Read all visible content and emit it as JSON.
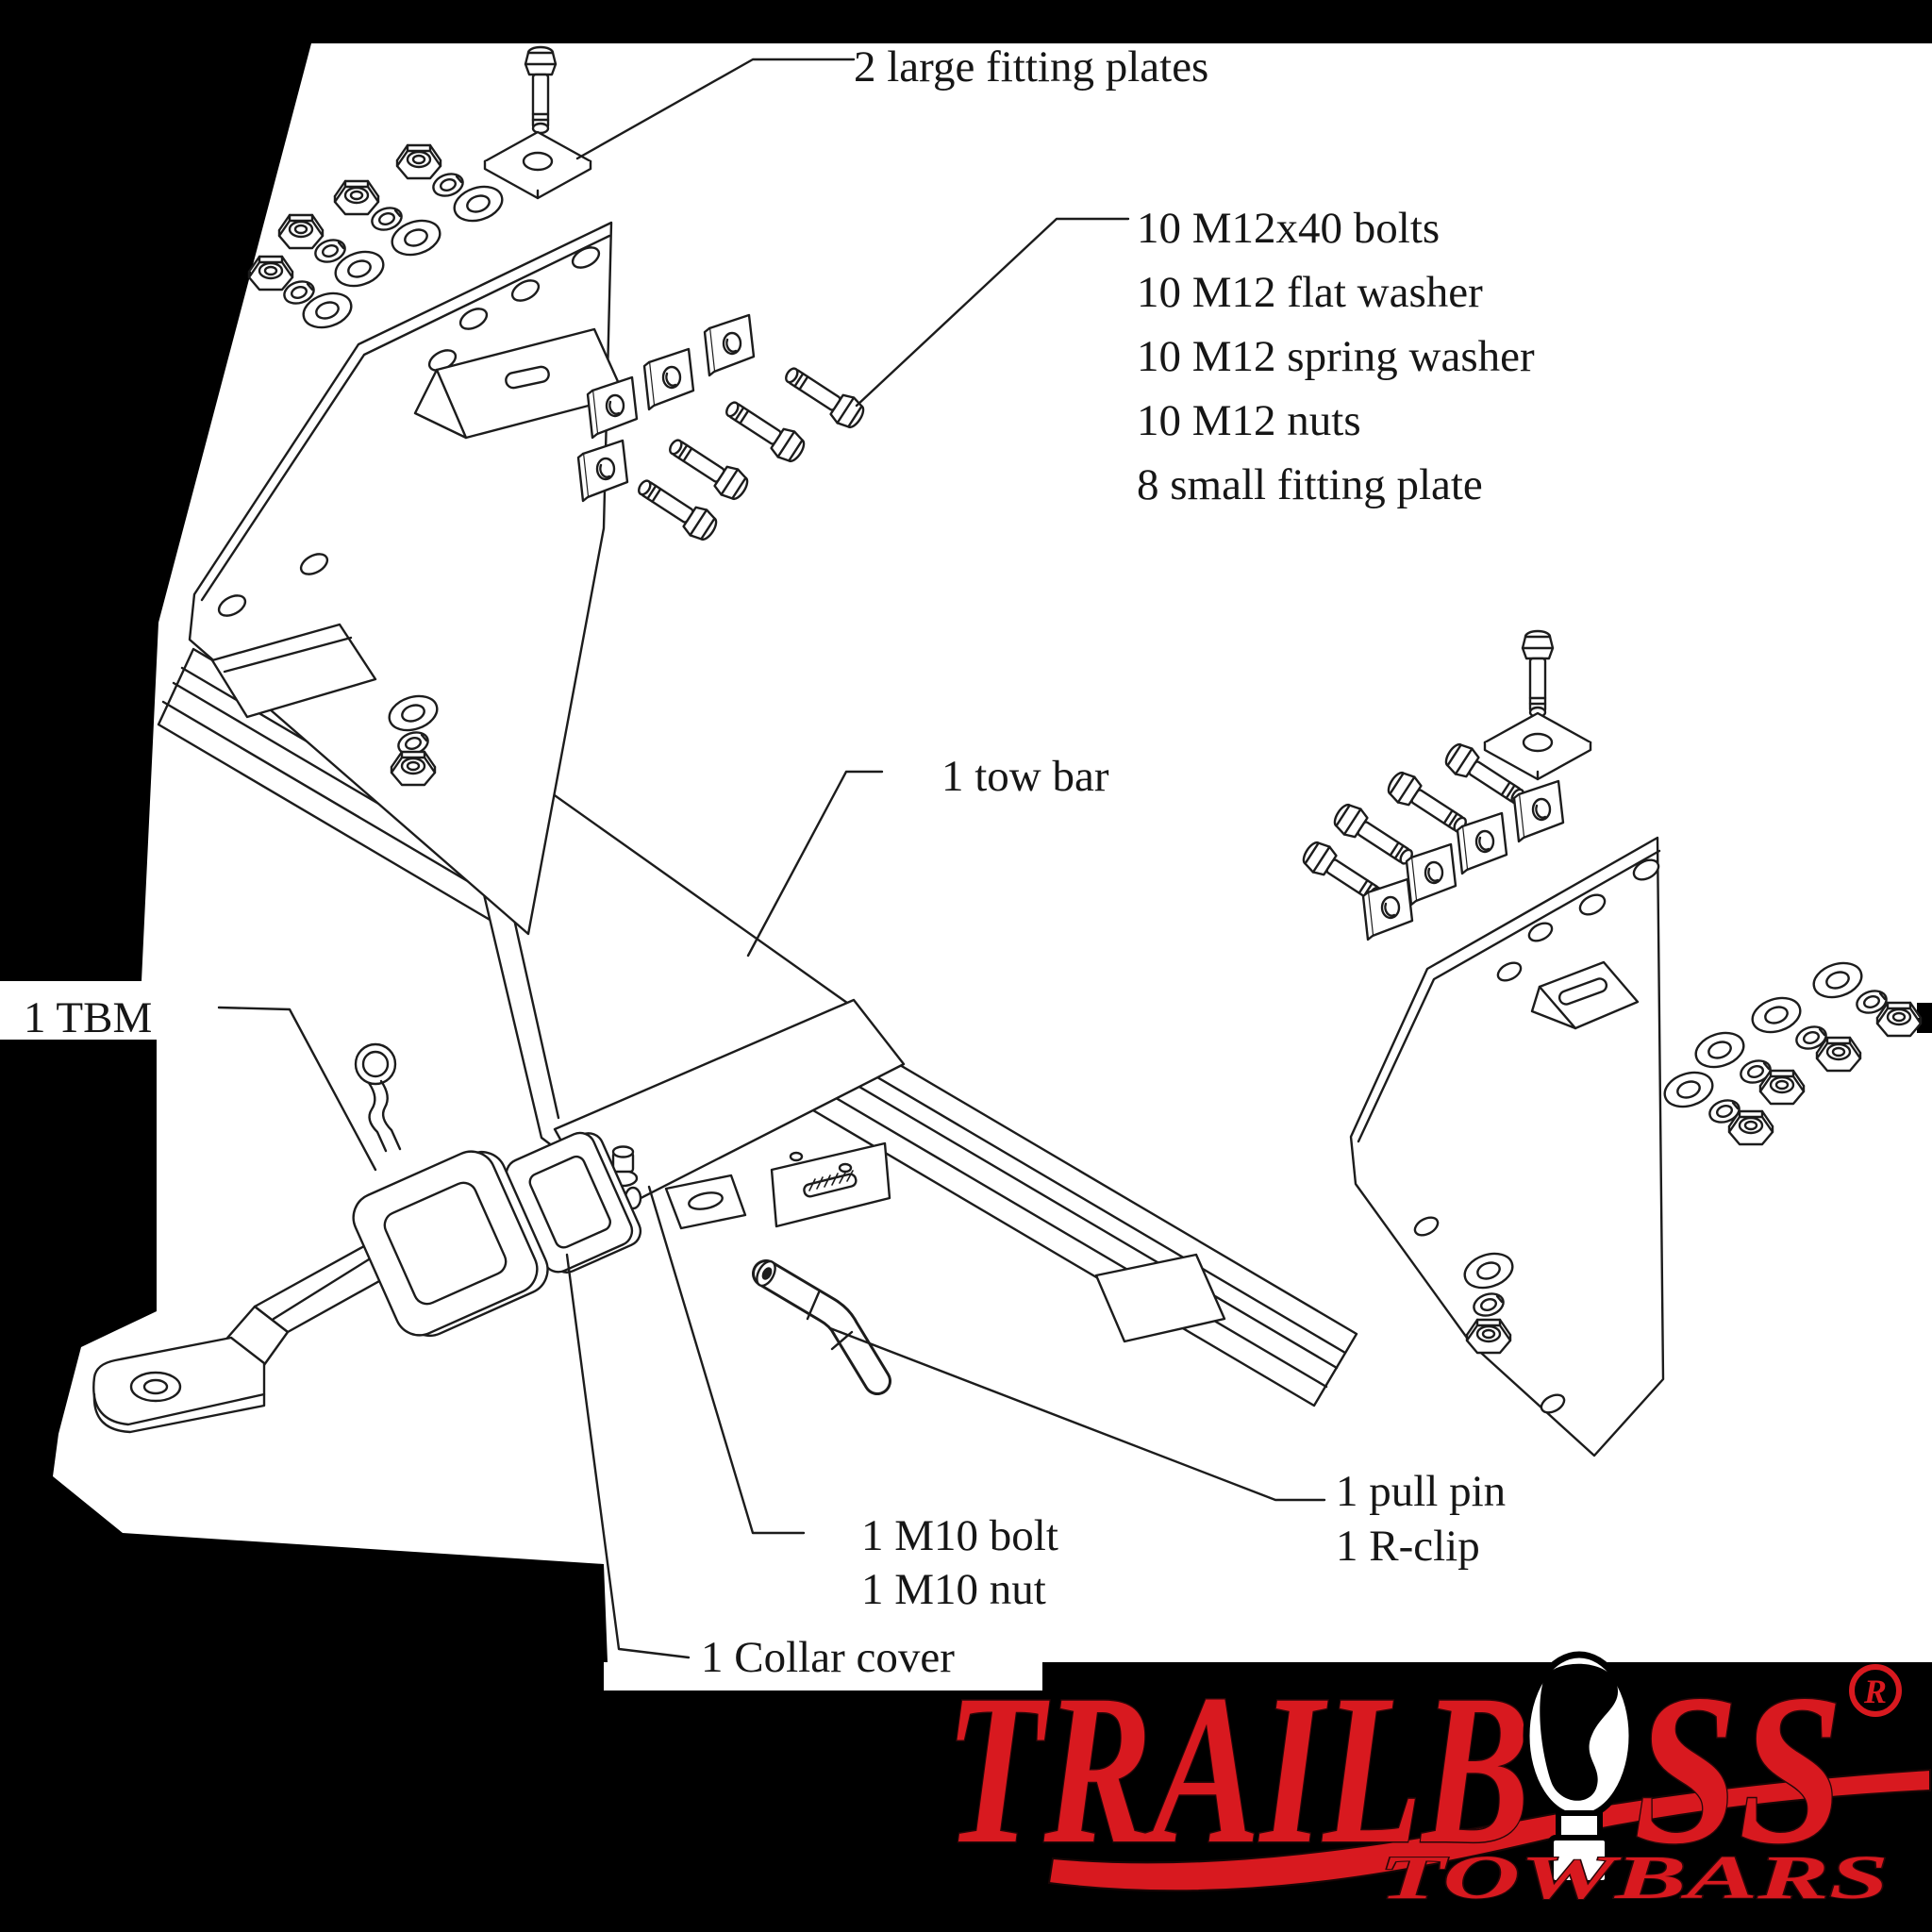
{
  "colors": {
    "background": "#000000",
    "paper": "#ffffff",
    "ink": "#1c1c1c",
    "brand_red": "#d8191f"
  },
  "callouts": {
    "large_plates": "2 large fitting plates",
    "parts_list": [
      "10 M12x40 bolts",
      "10 M12 flat washer",
      "10 M12 spring washer",
      "10 M12 nuts",
      "8 small fitting plate"
    ],
    "tow_bar": "1 tow bar",
    "tbm": "1 TBM",
    "pull_pin": "1 pull pin",
    "r_clip": "1 R-clip",
    "m10_bolt": "1 M10 bolt",
    "m10_nut": "1 M10 nut",
    "collar_cover": "1 Collar cover"
  },
  "logo": {
    "name_part1": "TRAILB",
    "name_part2": "SS",
    "registered": "R",
    "subtitle": "TOWBARS"
  }
}
